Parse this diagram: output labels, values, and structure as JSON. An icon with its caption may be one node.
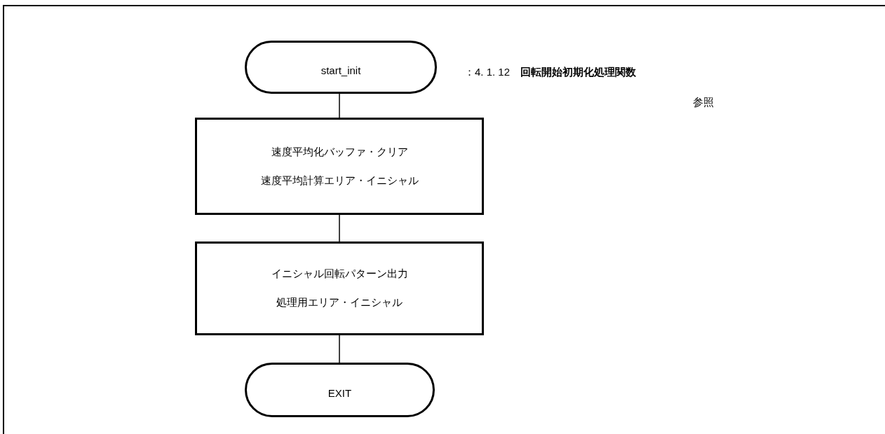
{
  "diagram": {
    "nodes": [
      {
        "text": [
          "start_init"
        ]
      },
      {
        "text": [
          "速度平均化バッファ・クリア",
          "速度平均計算エリア・イニシャル"
        ]
      },
      {
        "text": [
          "イニシャル回転パターン出力",
          "処理用エリア・イニシャル"
        ]
      },
      {
        "text": [
          "EXIT"
        ]
      }
    ],
    "edges": [
      {
        "from": 0,
        "to": 1,
        "arrow": "none"
      },
      {
        "from": 1,
        "to": 2,
        "arrow": "none"
      },
      {
        "from": 2,
        "to": 3,
        "arrow": "none"
      }
    ],
    "labels": [
      "：4. 1. 12　**回転開始初期化処理関数**",
      "参照"
    ]
  }
}
